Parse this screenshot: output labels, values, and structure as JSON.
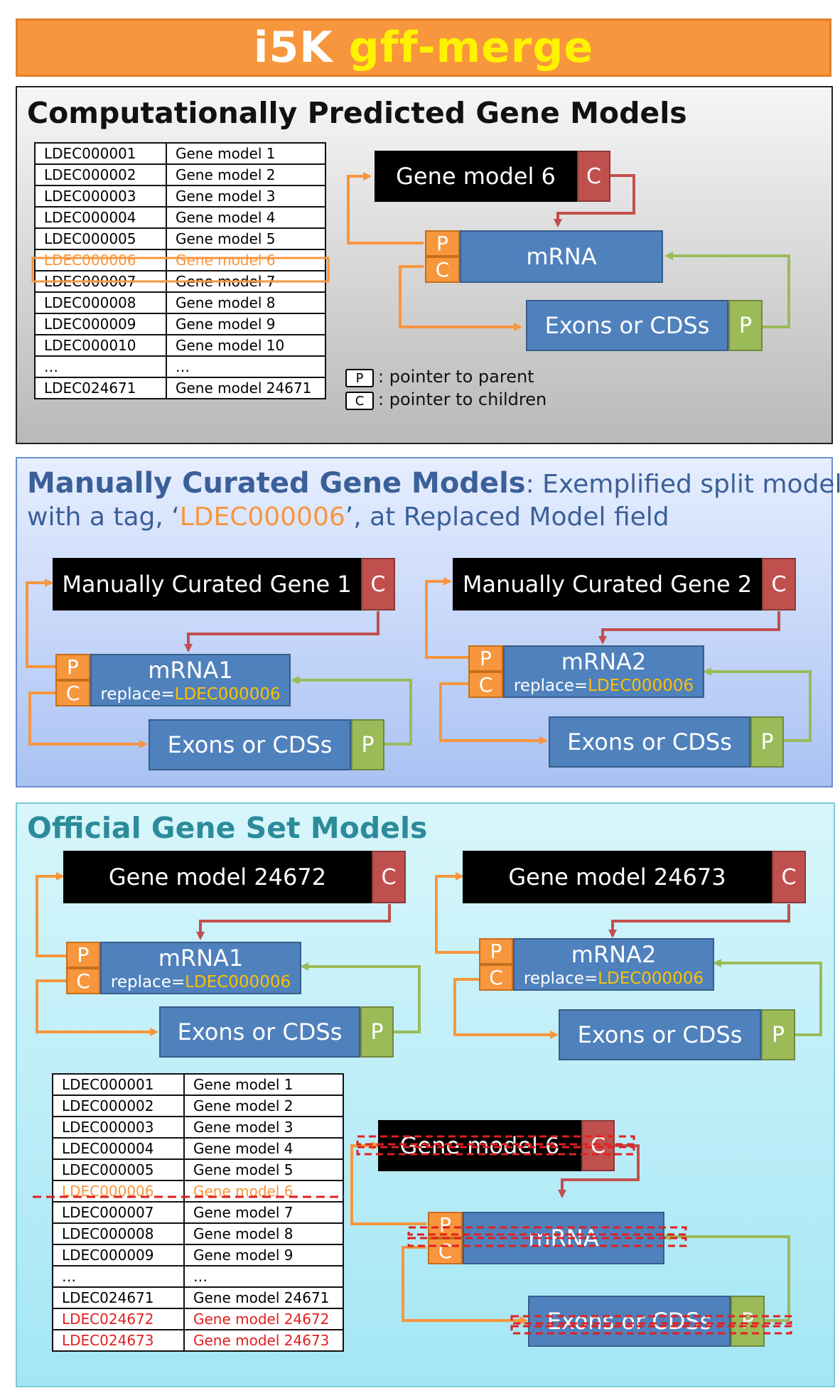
{
  "title": {
    "prefix": "i5K",
    "suffix": "gff-merge"
  },
  "section1": {
    "title": "Computationally Predicted Gene Models",
    "table": [
      [
        "LDEC000001",
        "Gene model 1"
      ],
      [
        "LDEC000002",
        "Gene model 2"
      ],
      [
        "LDEC000003",
        "Gene model 3"
      ],
      [
        "LDEC000004",
        "Gene model 4"
      ],
      [
        "LDEC000005",
        "Gene model 5"
      ],
      [
        "LDEC000006",
        "Gene model 6"
      ],
      [
        "LDEC000007",
        "Gene model 7"
      ],
      [
        "LDEC000008",
        "Gene model 8"
      ],
      [
        "LDEC000009",
        "Gene model 9"
      ],
      [
        "LDEC000010",
        "Gene model 10"
      ],
      [
        "…",
        "…"
      ],
      [
        "LDEC024671",
        "Gene model 24671"
      ]
    ],
    "highlighted_row": "LDEC000006",
    "diagram": {
      "gene": "Gene model 6",
      "mrna": "mRNA",
      "exons": "Exons or CDSs"
    },
    "legend": [
      {
        "key": "P",
        "text": ": pointer to parent"
      },
      {
        "key": "C",
        "text": ": pointer to children"
      }
    ]
  },
  "section2": {
    "title": "Manually Curated Gene Models",
    "subtitle_1": ": Exemplified split models",
    "subtitle_2a": "with a tag,  ‘",
    "subtitle_tag": "LDEC000006",
    "subtitle_2b": "’, at Replaced Model field",
    "model1": {
      "gene": "Manually Curated Gene 1",
      "mrna": "mRNA1",
      "replace": "replace=",
      "tag": "LDEC000006",
      "exons": "Exons or CDSs"
    },
    "model2": {
      "gene": "Manually Curated Gene 2",
      "mrna": "mRNA2",
      "replace": "replace=",
      "tag": "LDEC000006",
      "exons": "Exons or CDSs"
    }
  },
  "section3": {
    "title": "Official Gene Set Models",
    "model1": {
      "gene": "Gene model 24672",
      "mrna": "mRNA1",
      "replace": "replace=",
      "tag": "LDEC000006",
      "exons": "Exons or CDSs"
    },
    "model2": {
      "gene": "Gene model 24673",
      "mrna": "mRNA2",
      "replace": "replace=",
      "tag": "LDEC000006",
      "exons": "Exons or CDSs"
    },
    "table": [
      [
        "LDEC000001",
        "Gene model 1"
      ],
      [
        "LDEC000002",
        "Gene model 2"
      ],
      [
        "LDEC000003",
        "Gene model 3"
      ],
      [
        "LDEC000004",
        "Gene model 4"
      ],
      [
        "LDEC000005",
        "Gene model 5"
      ],
      [
        "LDEC000006",
        "Gene model 6"
      ],
      [
        "LDEC000007",
        "Gene model 7"
      ],
      [
        "LDEC000008",
        "Gene model 8"
      ],
      [
        "LDEC000009",
        "Gene model 9"
      ],
      [
        "…",
        "…"
      ],
      [
        "LDEC024671",
        "Gene model 24671"
      ],
      [
        "LDEC024672",
        "Gene model 24672"
      ],
      [
        "LDEC024673",
        "Gene model 24673"
      ]
    ],
    "removed_row": "LDEC000006",
    "new_rows": [
      "LDEC024672",
      "LDEC024673"
    ],
    "removed_diagram": {
      "gene": "Gene model 6",
      "mrna": "mRNA",
      "exons": "Exons or CDSs"
    }
  },
  "labels": {
    "p": "P",
    "c": "C"
  },
  "colors": {
    "title_bar": "#f7963d",
    "title_highlight": "#fff200",
    "blue_box": "#4f81bd",
    "parent_pointer": "#9bbb59",
    "children_pointer": "#c0504d",
    "orange_pointer": "#f7963d",
    "tag": "#ffc000",
    "removed": "#e02020"
  }
}
